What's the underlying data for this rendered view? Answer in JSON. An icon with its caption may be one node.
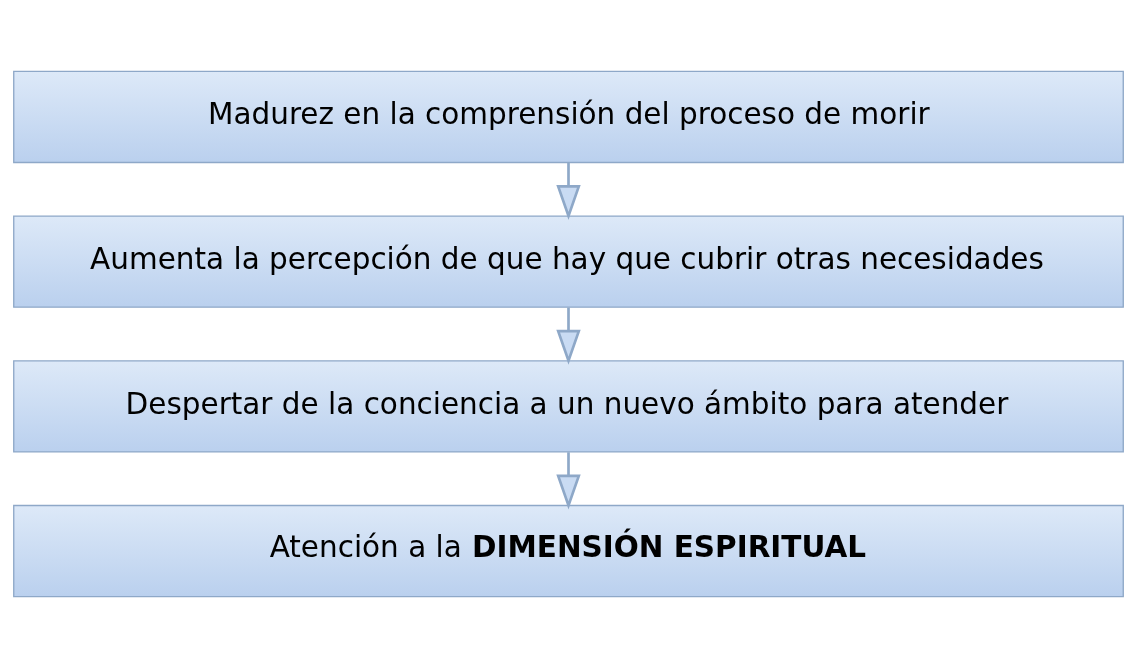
{
  "diagram": {
    "nodes": [
      {
        "text": [
          "Madurez en la comprensión del proceso de morir"
        ]
      },
      {
        "text": [
          "Aumenta la percepción de que hay que cubrir otras necesidades"
        ]
      },
      {
        "text": [
          "Despertar de la conciencia a un nuevo ámbito para atender"
        ]
      },
      {
        "text": [
          "Atención a la **DIMENSIÓN ESPIRITUAL**"
        ]
      }
    ],
    "edges": [
      {
        "from": 0,
        "to": 1,
        "arrow": "to"
      },
      {
        "from": 1,
        "to": 2,
        "arrow": "to"
      },
      {
        "from": 2,
        "to": 3,
        "arrow": "to"
      }
    ]
  }
}
